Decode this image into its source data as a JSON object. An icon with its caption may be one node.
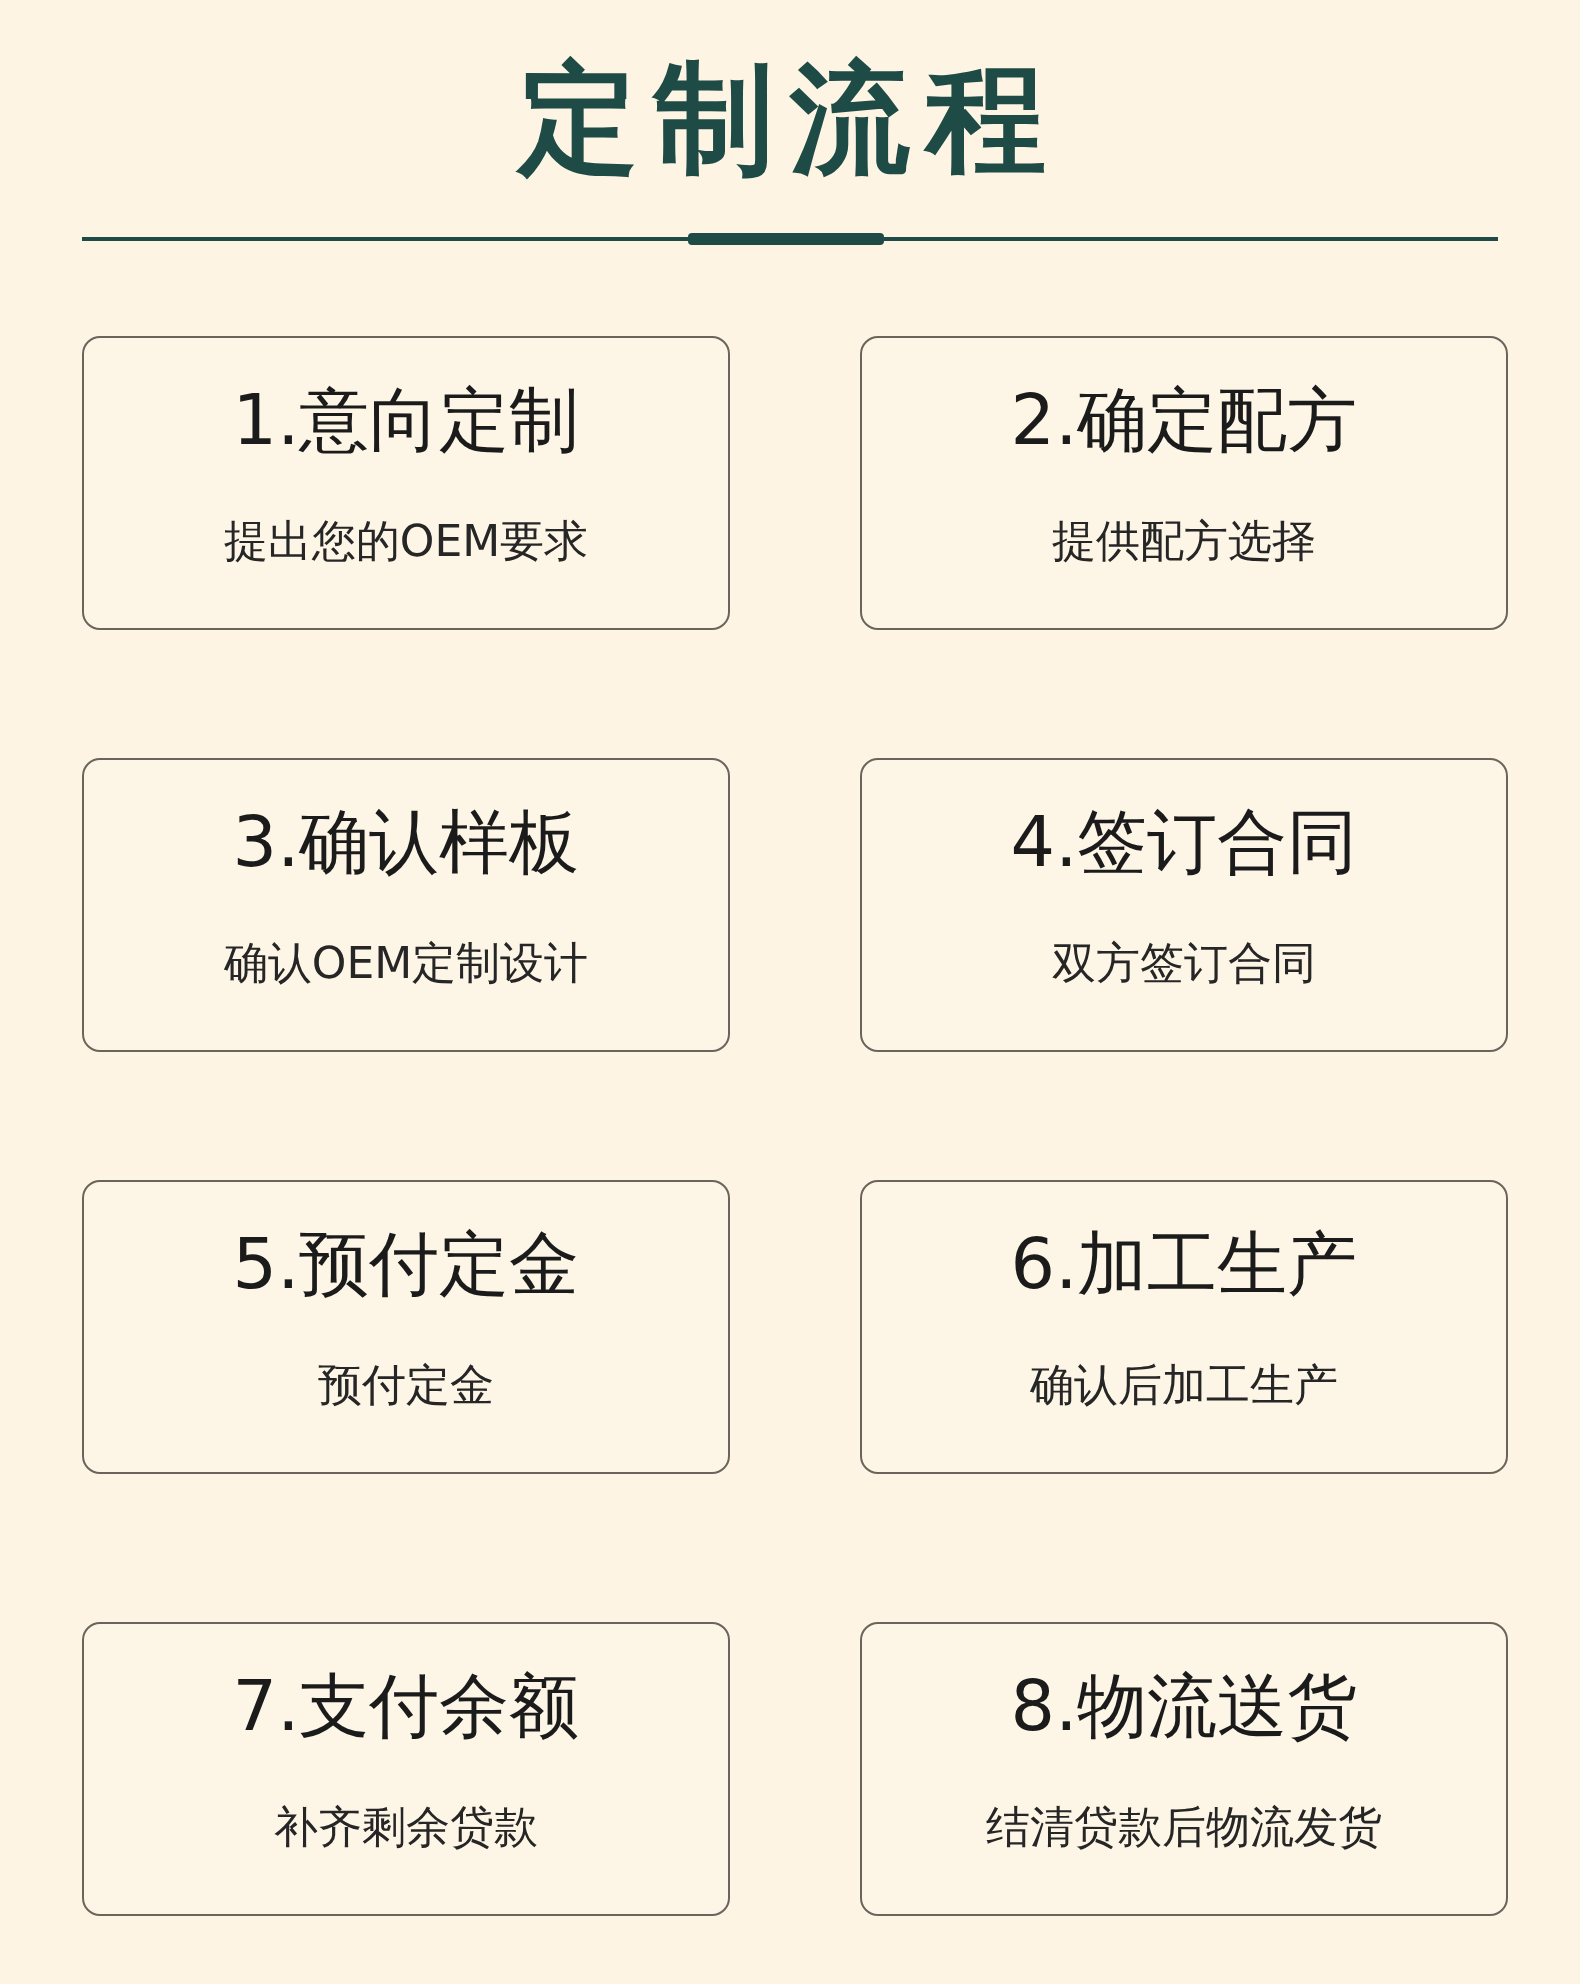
{
  "diagram": {
    "title": "定制流程",
    "nodes": [
      {
        "text": [
          "1.意向定制",
          "提出您的OEM要求"
        ]
      },
      {
        "text": [
          "2.确定配方",
          "提供配方选择"
        ]
      },
      {
        "text": [
          "3.确认样板",
          "确认OEM定制设计"
        ]
      },
      {
        "text": [
          "4.签订合同",
          "双方签订合同"
        ]
      },
      {
        "text": [
          "5.预付定金",
          "预付定金"
        ]
      },
      {
        "text": [
          "6.加工生产",
          "确认后加工生产"
        ]
      },
      {
        "text": [
          "7.支付余额",
          "补齐剩余贷款"
        ]
      },
      {
        "text": [
          "8.物流送货",
          "结清贷款后物流发货"
        ]
      }
    ]
  }
}
